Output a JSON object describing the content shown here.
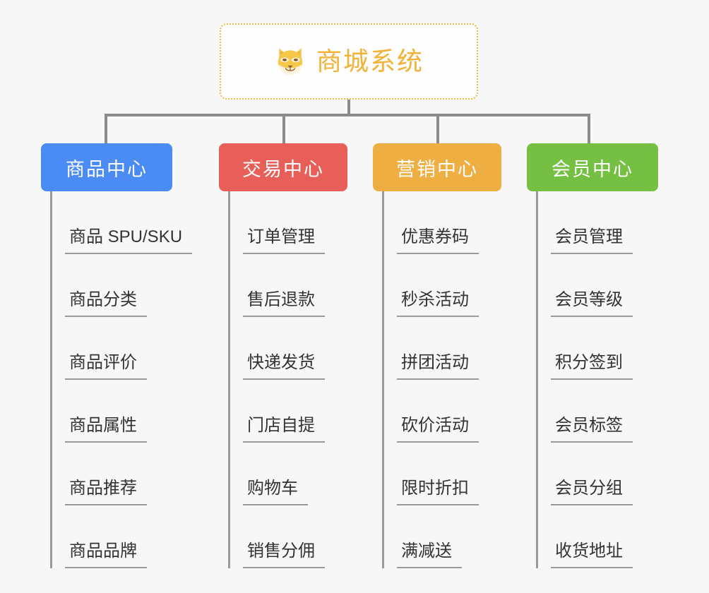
{
  "root": {
    "title": "商城系统",
    "icon": "shiba-dog-icon",
    "border_color": "#f0b93f",
    "text_color": "#f2b137"
  },
  "theme": {
    "background": "#f7f7f7",
    "connector_color": "#8b8b8b",
    "trunk_color": "#9a9a9a",
    "leaf_text_color": "#333333"
  },
  "columns": [
    {
      "title": "商品中心",
      "color": "#4a8bf4",
      "items": [
        "商品 SPU/SKU",
        "商品分类",
        "商品评价",
        "商品属性",
        "商品推荐",
        "商品品牌"
      ]
    },
    {
      "title": "交易中心",
      "color": "#e85f5a",
      "items": [
        "订单管理",
        "售后退款",
        "快递发货",
        "门店自提",
        "购物车",
        "销售分佣"
      ]
    },
    {
      "title": "营销中心",
      "color": "#efae42",
      "items": [
        "优惠券码",
        "秒杀活动",
        "拼团活动",
        "砍价活动",
        "限时折扣",
        "满减送"
      ]
    },
    {
      "title": "会员中心",
      "color": "#75bf43",
      "items": [
        "会员管理",
        "会员等级",
        "积分签到",
        "会员标签",
        "会员分组",
        "收货地址"
      ]
    }
  ]
}
